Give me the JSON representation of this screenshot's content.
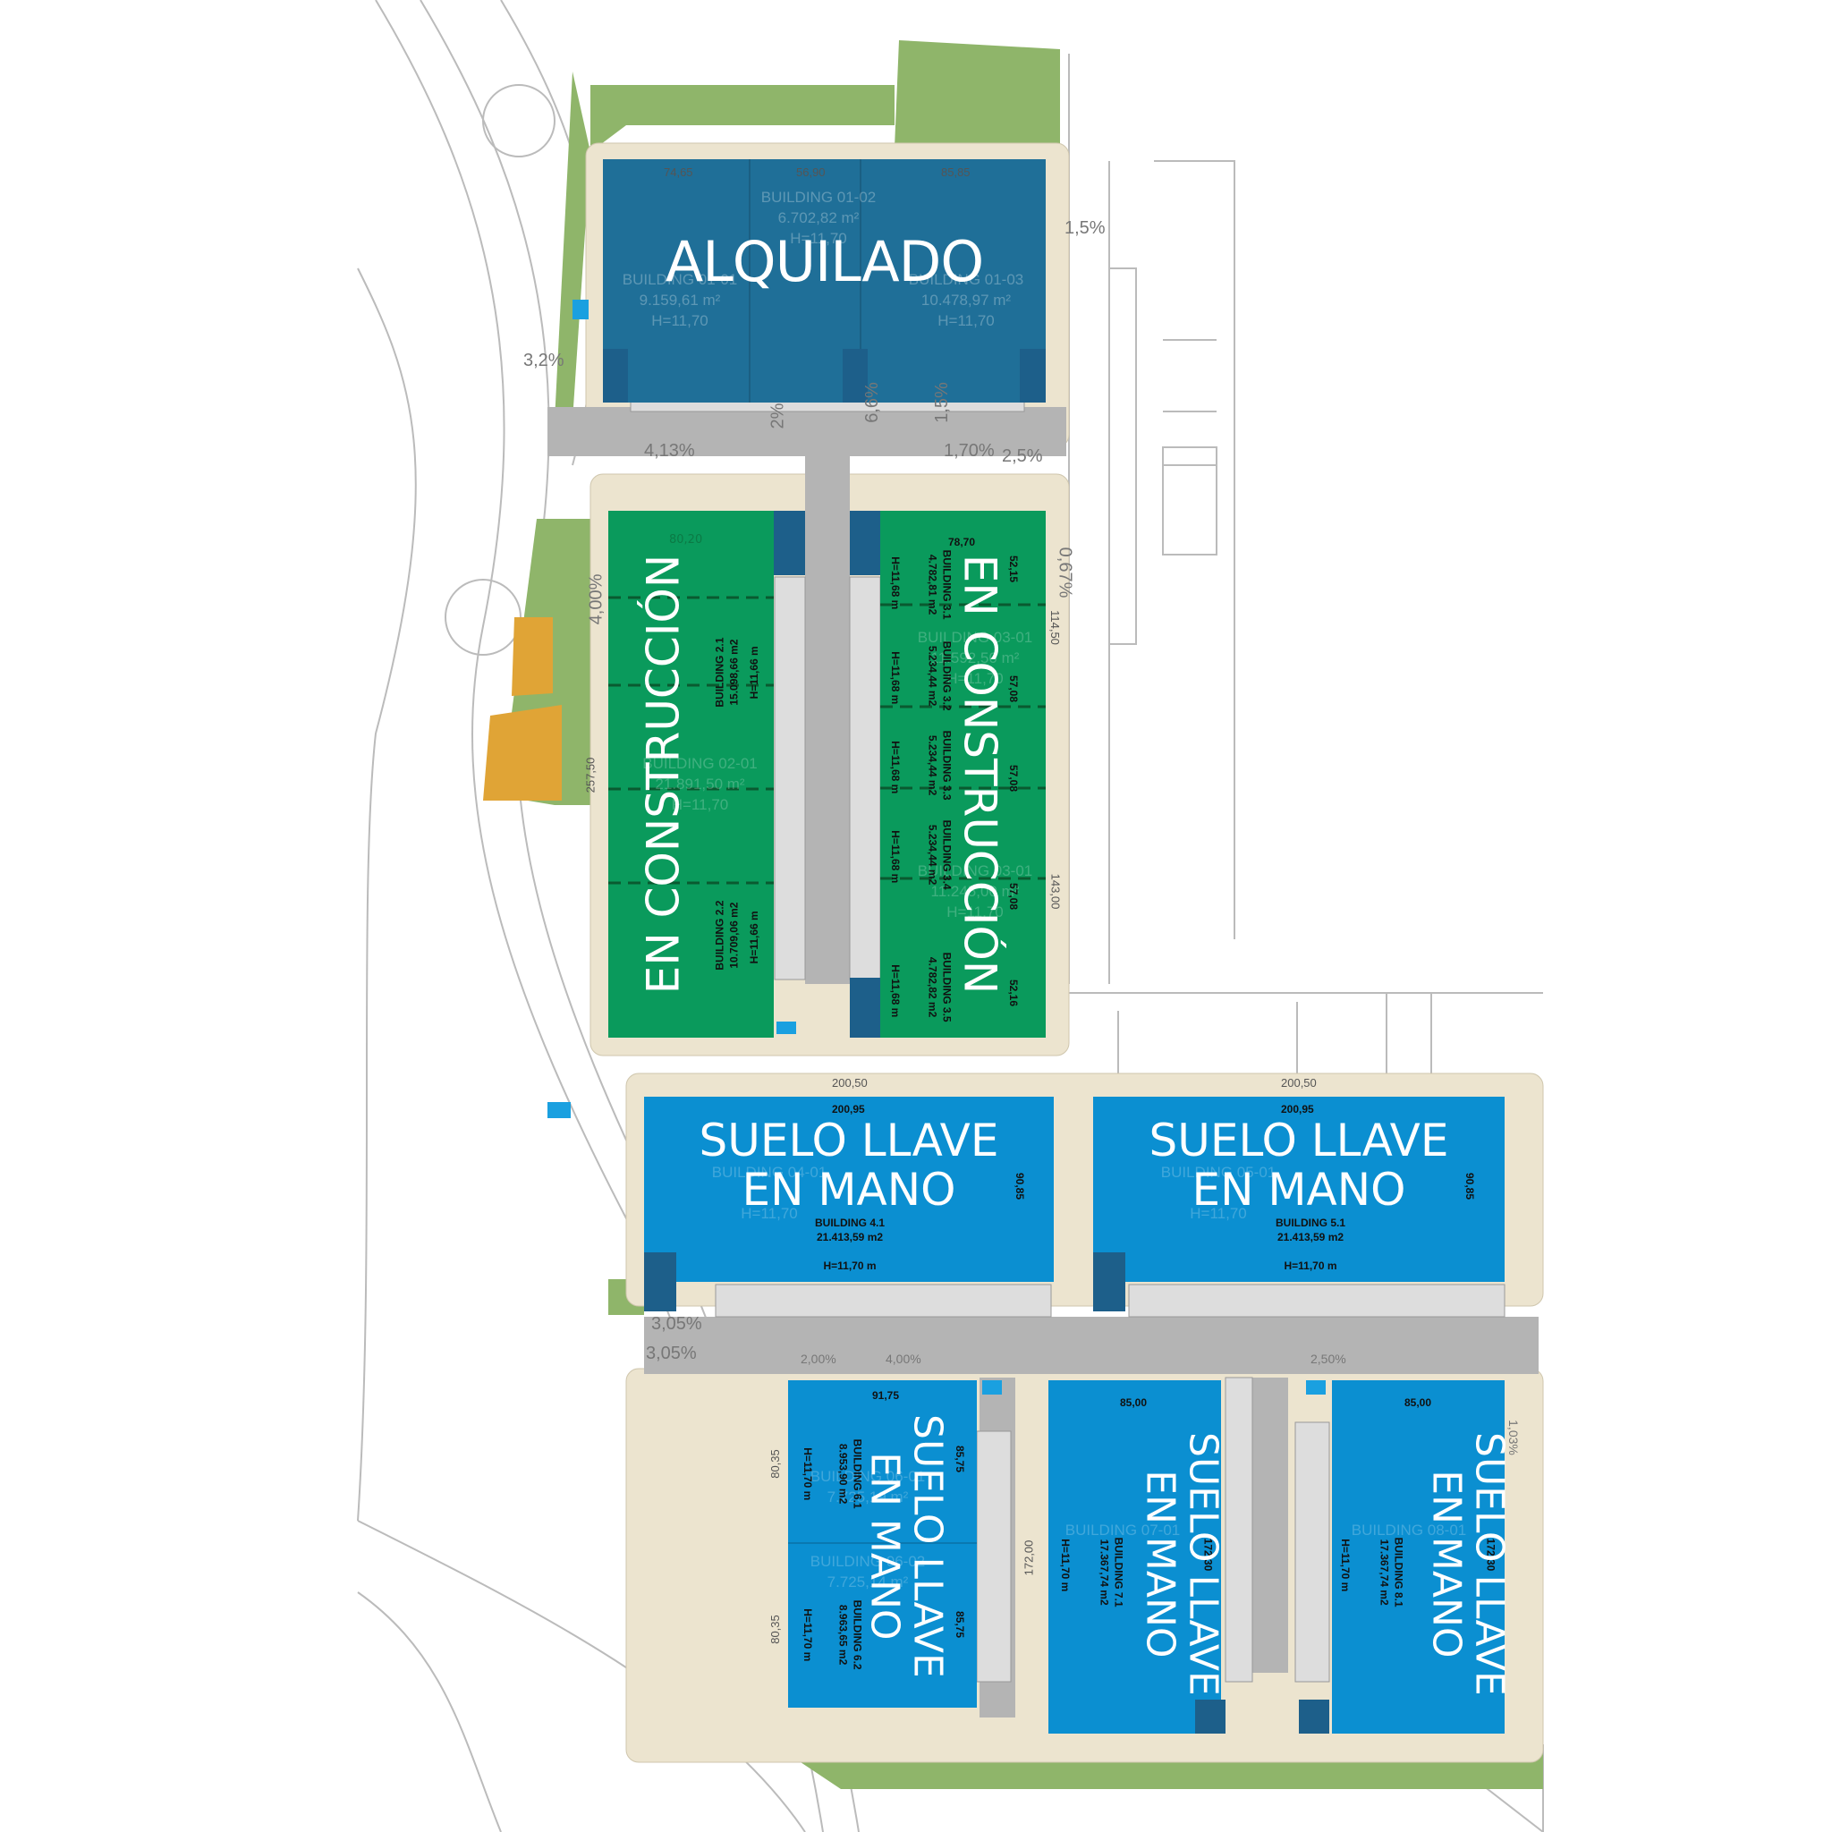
{
  "colors": {
    "rented": "#1f6f98",
    "under_construction": "#0a9a5c",
    "turnkey": "#0b8fd1",
    "dock": "#1d5f8a",
    "road": "#b4b4b4",
    "landscape": "#8fb56a",
    "parcel_orange": "#e0a436",
    "sidewalk": "#e8dfc8"
  },
  "rented_block": {
    "status": "ALQUILADO",
    "dims": [
      "74,65",
      "56,90",
      "85,85"
    ],
    "buildings": [
      {
        "name": "BUILDING 01-01",
        "area": "9.159,61 m²",
        "height": "H=11,70"
      },
      {
        "name": "BUILDING 01-02",
        "area": "6.702,82 m²",
        "height": "H=11,70"
      },
      {
        "name": "BUILDING 01-03",
        "area": "10.478,97 m²",
        "height": "H=11,70"
      }
    ]
  },
  "construction_left": {
    "status": "EN CONSTRUCCIÓN",
    "dim_top": "80,20",
    "ghost": {
      "name": "BUILDING 02-01",
      "area": "21.891,50 m²",
      "height": "H=11,70"
    },
    "buildings": [
      {
        "name": "BUILDING 2.1",
        "area": "15.098,66 m2",
        "height": "H=11,66 m"
      },
      {
        "name": "BUILDING 2.2",
        "area": "10.709,06 m2",
        "height": "H=11,66 m"
      }
    ]
  },
  "construction_right": {
    "status": "EN CONSTRUCCIÓN",
    "dim_top": "78,70",
    "ghosts": [
      {
        "name": "BUILDING 03-01",
        "area": "11.592,50 m²",
        "height": "H=11,70"
      },
      {
        "name": "BUILDING 03-01",
        "area": "11.245,00 m²",
        "height": "H=11,70"
      }
    ],
    "buildings": [
      {
        "name": "BUILDING 3.1",
        "area": "4.782,81 m2",
        "height": "H=11,68 m",
        "dim": "52,15"
      },
      {
        "name": "BUILDING 3.2",
        "area": "5.234,44 m2",
        "height": "H=11,68 m",
        "dim": "57,08"
      },
      {
        "name": "BUILDING 3.3",
        "area": "5.234,44 m2",
        "height": "H=11,68 m",
        "dim": "57,08"
      },
      {
        "name": "BUILDING 3.4",
        "area": "5.234,44 m2",
        "height": "H=11,68 m",
        "dim": "57,08"
      },
      {
        "name": "BUILDING 3.5",
        "area": "4.782,82 m2",
        "height": "H=11,68 m",
        "dim": "52,16"
      }
    ]
  },
  "turnkey": {
    "status_line1": "SUELO LLAVE",
    "status_line2": "EN MANO",
    "b4": {
      "name": "BUILDING 4.1",
      "area": "21.413,59 m2",
      "height": "H=11,70 m",
      "dim_top": "200,95",
      "dim_side": "90,85",
      "ghost": "BUILDING 04-01",
      "ghost_h": "H=11,70"
    },
    "b5": {
      "name": "BUILDING 5.1",
      "area": "21.413,59 m2",
      "height": "H=11,70 m",
      "dim_top": "200,95",
      "dim_side": "90,85",
      "ghost": "BUILDING 05-01",
      "ghost_h": "H=11,70"
    },
    "b6": {
      "dim_top": "91,75",
      "units": [
        {
          "name": "BUILDING 6.1",
          "area": "8.953,90 m2",
          "height": "H=11,70 m",
          "dim": "85,75"
        },
        {
          "name": "BUILDING 6.2",
          "area": "8.963,65 m2",
          "height": "H=11,70 m",
          "dim": "85,75"
        }
      ],
      "ghost1": "BUILDING 06-01",
      "ghost1_area": "7.725,19 m²",
      "ghost2": "BUILDING 06-02",
      "ghost2_area": "7.725,14 m²"
    },
    "b7": {
      "name": "BUILDING 7.1",
      "area": "17.367,74 m2",
      "height": "H=11,70 m",
      "dim_top": "85,00",
      "dim_side": "172,30",
      "ghost": "BUILDING 07-01"
    },
    "b8": {
      "name": "BUILDING 8.1",
      "area": "17.367,74 m2",
      "height": "H=11,70 m",
      "dim_top": "85,00",
      "dim_side": "172,30",
      "ghost": "BUILDING 08-01"
    }
  },
  "site_dims": {
    "top_road_left": "200,50",
    "top_road_right": "200,50",
    "west": "257,50",
    "east_upper": "114,50",
    "east_lower": "143,00",
    "south_mid": "172,00",
    "south_left_upper": "80,35",
    "south_left_lower": "80,35"
  },
  "slopes": [
    "1,5%",
    "3,2%",
    "4,13%",
    "1,70%",
    "2,5%",
    "0,67%",
    "4,00%",
    "3,05%",
    "3,05%",
    "2,00%",
    "4,00%",
    "2,50%",
    "1,03%",
    "6,6%",
    "2%",
    "1,5%"
  ]
}
